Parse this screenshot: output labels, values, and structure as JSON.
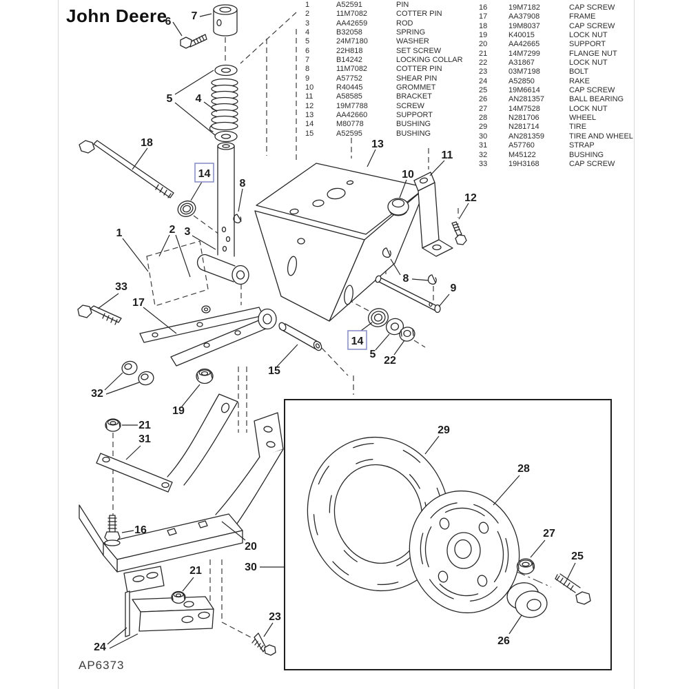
{
  "header": {
    "brand": "John Deere"
  },
  "parts_list": {
    "left": [
      {
        "item": "1",
        "part": "A52591",
        "desc": "PIN"
      },
      {
        "item": "2",
        "part": "11M7082",
        "desc": "COTTER PIN"
      },
      {
        "item": "3",
        "part": "AA42659",
        "desc": "ROD"
      },
      {
        "item": "4",
        "part": "B32058",
        "desc": "SPRING"
      },
      {
        "item": "5",
        "part": "24M7180",
        "desc": "WASHER"
      },
      {
        "item": "6",
        "part": "22H818",
        "desc": "SET SCREW"
      },
      {
        "item": "7",
        "part": "B14242",
        "desc": "LOCKING COLLAR"
      },
      {
        "item": "8",
        "part": "11M7082",
        "desc": "COTTER PIN"
      },
      {
        "item": "9",
        "part": "A57752",
        "desc": "SHEAR PIN"
      },
      {
        "item": "10",
        "part": "R40445",
        "desc": "GROMMET"
      },
      {
        "item": "11",
        "part": "A58585",
        "desc": "BRACKET"
      },
      {
        "item": "12",
        "part": "19M7788",
        "desc": "SCREW"
      },
      {
        "item": "13",
        "part": "AA42660",
        "desc": "SUPPORT"
      },
      {
        "item": "14",
        "part": "M80778",
        "desc": "BUSHING"
      },
      {
        "item": "15",
        "part": "A52595",
        "desc": "BUSHING"
      }
    ],
    "right": [
      {
        "item": "16",
        "part": "19M7182",
        "desc": "CAP SCREW"
      },
      {
        "item": "17",
        "part": "AA37908",
        "desc": "FRAME"
      },
      {
        "item": "18",
        "part": "19M8037",
        "desc": "CAP SCREW"
      },
      {
        "item": "19",
        "part": "K40015",
        "desc": "LOCK NUT"
      },
      {
        "item": "20",
        "part": "AA42665",
        "desc": "SUPPORT"
      },
      {
        "item": "21",
        "part": "14M7299",
        "desc": "FLANGE NUT"
      },
      {
        "item": "22",
        "part": "A31867",
        "desc": "LOCK NUT"
      },
      {
        "item": "23",
        "part": "03M7198",
        "desc": "BOLT"
      },
      {
        "item": "24",
        "part": "A52850",
        "desc": "RAKE"
      },
      {
        "item": "25",
        "part": "19M6614",
        "desc": "CAP SCREW"
      },
      {
        "item": "26",
        "part": "AN281357",
        "desc": "BALL BEARING"
      },
      {
        "item": "27",
        "part": "14M7528",
        "desc": "LOCK NUT"
      },
      {
        "item": "28",
        "part": "N281706",
        "desc": "WHEEL"
      },
      {
        "item": "29",
        "part": "N281714",
        "desc": "TIRE"
      },
      {
        "item": "30",
        "part": "AN281359",
        "desc": "TIRE AND WHEEL"
      },
      {
        "item": "31",
        "part": "A57760",
        "desc": "STRAP"
      },
      {
        "item": "32",
        "part": "M45122",
        "desc": "BUSHING"
      },
      {
        "item": "33",
        "part": "19H3168",
        "desc": "CAP SCREW"
      }
    ]
  },
  "diagram": {
    "footer_code": "AP6373",
    "highlight_color": "#8a8fc8",
    "callouts": [
      "6",
      "7",
      "5",
      "4",
      "18",
      "14",
      "8",
      "1",
      "2",
      "3",
      "13",
      "10",
      "11",
      "12",
      "8",
      "9",
      "14",
      "5",
      "22",
      "33",
      "17",
      "32",
      "19",
      "15",
      "21",
      "31",
      "16",
      "20",
      "30",
      "24",
      "21",
      "23",
      "29",
      "28",
      "27",
      "25",
      "26"
    ]
  }
}
